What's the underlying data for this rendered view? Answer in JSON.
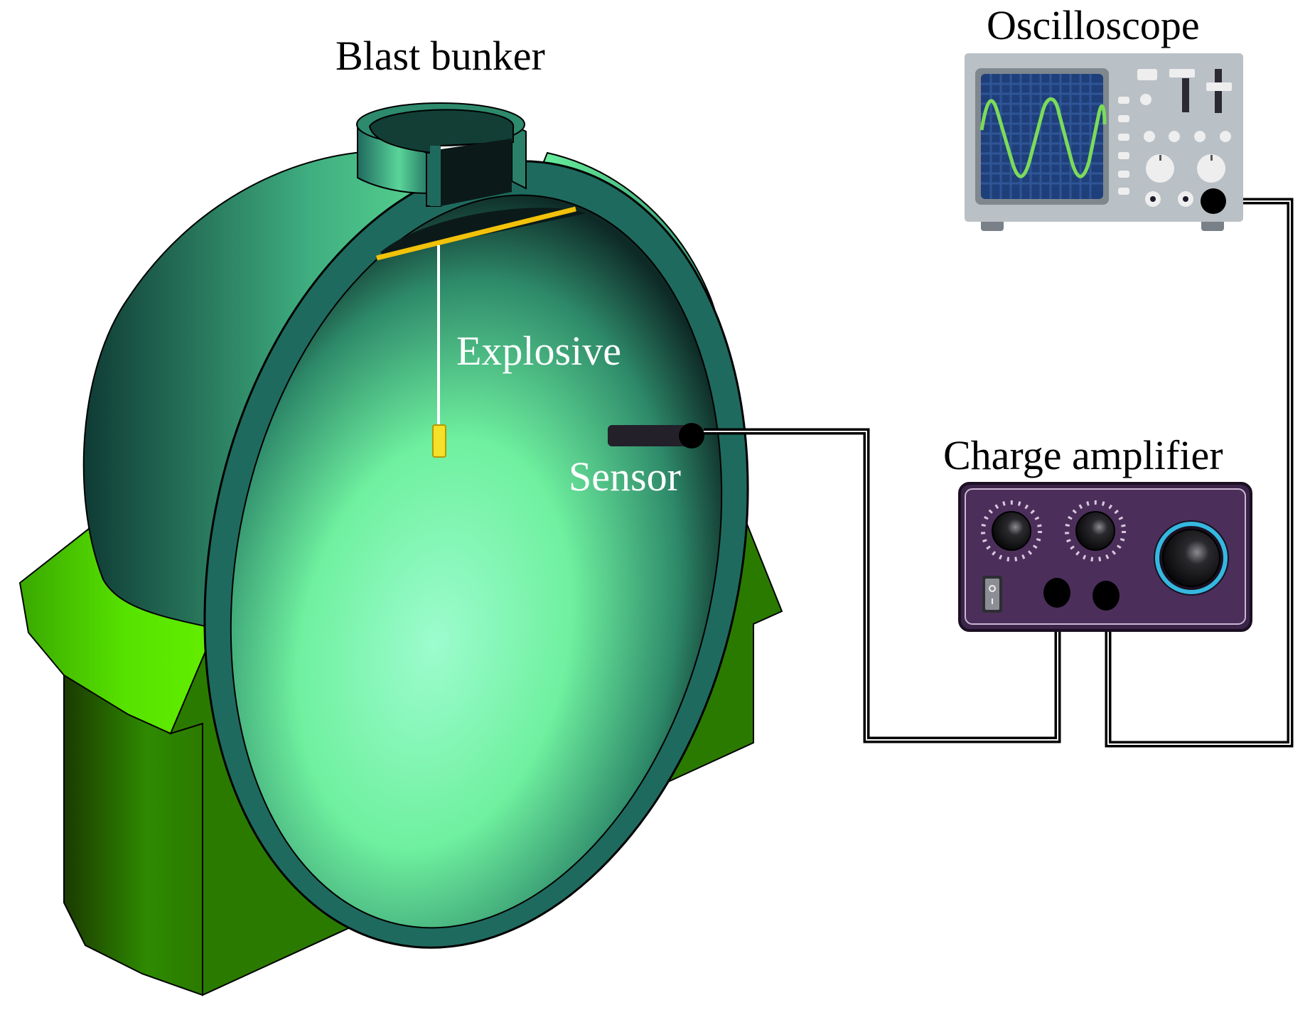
{
  "diagram": {
    "type": "experimental-setup",
    "labels": {
      "blast_bunker": "Blast bunker",
      "explosive": "Explosive",
      "sensor": "Sensor",
      "oscilloscope": "Oscilloscope",
      "charge_amplifier": "Charge amplifier"
    },
    "components": [
      {
        "id": "blast-bunker",
        "name": "Blast bunker",
        "color": "#5fd99a"
      },
      {
        "id": "explosive",
        "name": "Explosive",
        "color": "#f5e02a"
      },
      {
        "id": "sensor",
        "name": "Sensor",
        "color": "#23202a"
      },
      {
        "id": "charge-amplifier",
        "name": "Charge amplifier",
        "color": "#4b2f5a"
      },
      {
        "id": "oscilloscope",
        "name": "Oscilloscope",
        "color": "#b9c0c6"
      }
    ],
    "connections": [
      {
        "from": "Sensor",
        "to": "Charge amplifier"
      },
      {
        "from": "Charge amplifier",
        "to": "Oscilloscope"
      }
    ],
    "colors": {
      "bunker_shell": "#4fc98d",
      "bunker_wall_section": "#1f6a5e",
      "support_base": "#2b7a00",
      "support_side": "#55e000",
      "wire": "#000000",
      "scope_screen": "#1f3f7a",
      "scope_trace": "#7cdb5a",
      "amp_ring": "#35b8e0"
    }
  }
}
